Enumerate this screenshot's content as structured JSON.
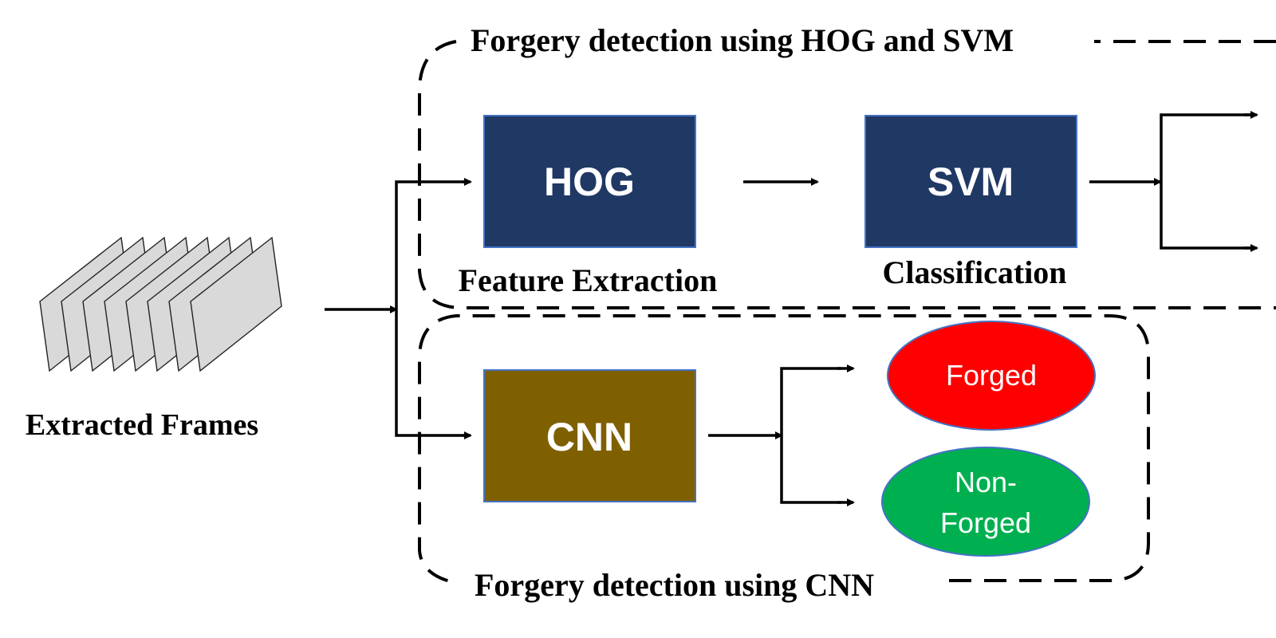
{
  "colors": {
    "hog_box": "#1f3864",
    "svm_box": "#1f3864",
    "cnn_box": "#7f6000",
    "forged": "#ff0000",
    "non_forged": "#00b050",
    "frame_fill": "#d9d9d9"
  },
  "input": {
    "label": "Extracted Frames",
    "icon": "stacked-frames-icon"
  },
  "hog_svm_branch": {
    "title": "Forgery detection using HOG and SVM",
    "hog_label": "HOG",
    "hog_caption": "Feature Extraction",
    "svm_label": "SVM",
    "svm_caption": "Classification"
  },
  "cnn_branch": {
    "title": "Forgery detection using CNN",
    "cnn_label": "CNN",
    "output_forged": "Forged",
    "output_non_forged_line1": "Non-",
    "output_non_forged_line2": "Forged"
  }
}
